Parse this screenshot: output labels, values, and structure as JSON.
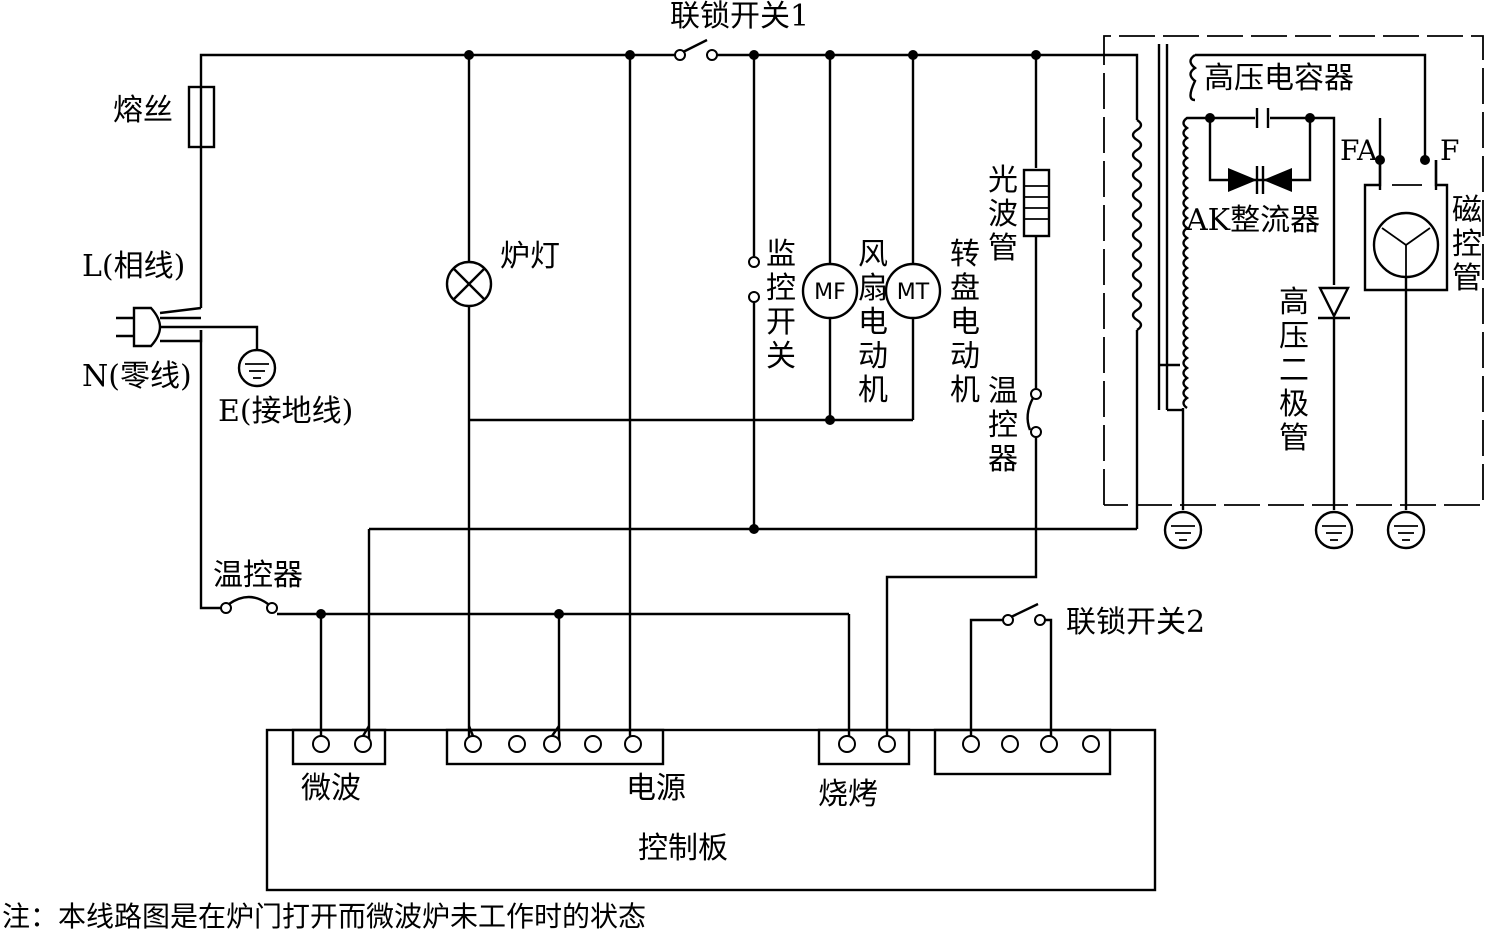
{
  "labels": {
    "interlock_switch_1": "联锁开关1",
    "fuse": "熔丝",
    "live_wire": "L(相线)",
    "neutral_wire": "N(零线)",
    "earth_wire": "E(接地线)",
    "oven_lamp": "炉灯",
    "monitor_switch": [
      "监",
      "控",
      "开",
      "关"
    ],
    "fan_motor": [
      "风",
      "扇",
      "电",
      "动",
      "机"
    ],
    "fan_motor_symbol": "MF",
    "turntable_motor": [
      "转",
      "盘",
      "电",
      "动",
      "机"
    ],
    "turntable_motor_symbol": "MT",
    "light_wave_tube": [
      "光",
      "波",
      "管"
    ],
    "thermostat_right": [
      "温",
      "控",
      "器"
    ],
    "hv_capacitor": "高压电容器",
    "fa_terminal": "FA",
    "f_terminal": "F",
    "ak_rectifier": "AK整流器",
    "magnetron": [
      "磁",
      "控",
      "管"
    ],
    "hv_diode": [
      "高",
      "压",
      "二",
      "极",
      "管"
    ],
    "thermostat_left": "温控器",
    "interlock_switch_2": "联锁开关2",
    "microwave": "微波",
    "power": "电源",
    "grill": "烧烤",
    "control_board": "控制板"
  },
  "note": "注：本线路图是在炉门打开而微波炉未工作时的状态"
}
